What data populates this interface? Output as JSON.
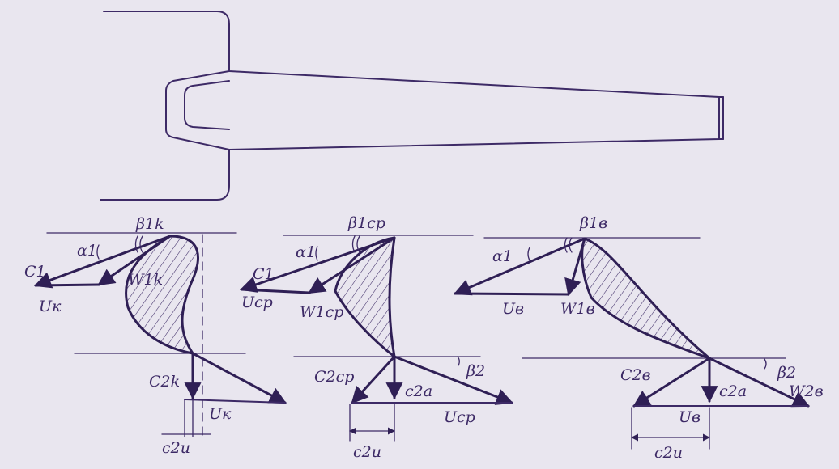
{
  "diagram": {
    "labels": {
      "beta_1k": "β1k",
      "alpha_1_left": "α1",
      "c1_left": "C1",
      "u_k": "Uк",
      "w_1k": "W1k",
      "c_2k": "C2k",
      "u_k_bottom": "Uк",
      "c_2u_left": "c2u",
      "beta_1cp": "β1ср",
      "alpha_1_mid": "α1",
      "c1_mid": "C1",
      "u_cp": "Uср",
      "w_1cp": "W1ср",
      "c_2cp": "C2ср",
      "c_2a_mid": "c2a",
      "beta_2_mid": "β2",
      "u_cp_bottom": "Uср",
      "c_2u_mid": "c2u",
      "beta_1b": "β1в",
      "alpha_1_right": "α1",
      "u_b": "Uв",
      "w_1b": "W1в",
      "c_2b": "C2в",
      "c_2a_right": "c2a",
      "beta_2_right": "β2",
      "w_2b": "W2в",
      "u_b_bottom": "Uв",
      "c_2u_right": "c2u"
    }
  }
}
